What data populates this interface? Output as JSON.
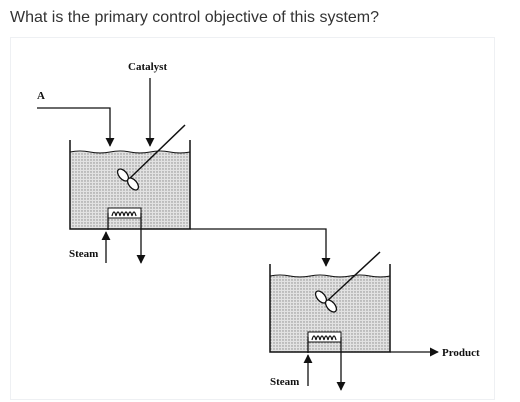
{
  "question": "What is the primary control objective of this system?",
  "diagram": {
    "labels": {
      "feed": "A",
      "catalyst": "Catalyst",
      "steam_1": "Steam",
      "steam_2": "Steam",
      "product": "Product"
    }
  }
}
